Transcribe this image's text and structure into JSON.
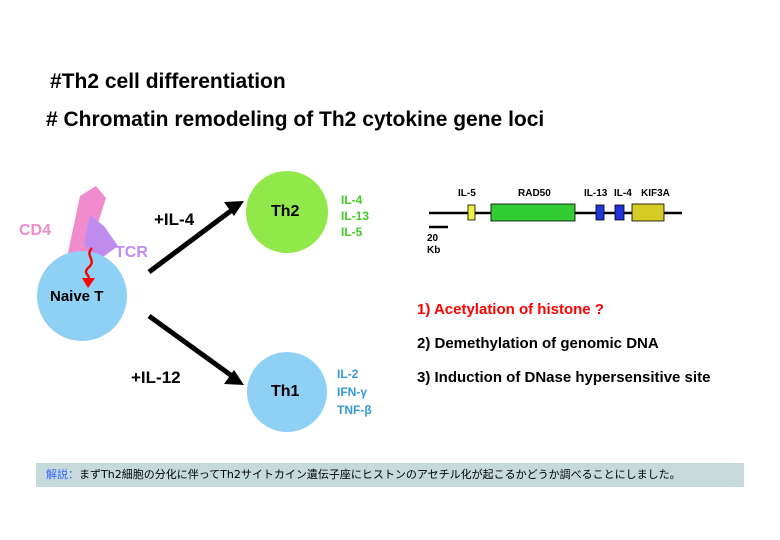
{
  "titles": {
    "line1": "#Th2 cell differentiation",
    "line2": "# Chromatin remodeling of Th2 cytokine gene loci"
  },
  "cells": {
    "naive": "Naive T",
    "th2": "Th2",
    "th1": "Th1",
    "cd4": "CD4",
    "tcr": "TCR"
  },
  "stimuli": {
    "il4": "+IL-4",
    "il12": "+IL-12"
  },
  "th2_cytokines": [
    "IL-4",
    "IL-13",
    "IL-5"
  ],
  "th1_cytokines": [
    "IL-2",
    "IFN-γ",
    "TNF-β"
  ],
  "gene_locus": {
    "genes": [
      "IL-5",
      "RAD50",
      "IL-13",
      "IL-4",
      "KIF3A"
    ],
    "scale_value": "20",
    "scale_unit": "Kb"
  },
  "mechanisms": [
    "1) Acetylation of histone ?",
    "2) Demethylation of genomic DNA",
    "3) Induction of DNase hypersensitive site"
  ],
  "note": {
    "label": "解説：",
    "text": "まずTh2細胞の分化に伴ってTh2サイトカイン遺伝子座にヒストンのアセチル化が起こるかどうか調べることにしました。"
  },
  "colors": {
    "cd4": "#f08ccd",
    "tcr": "#c08cf0",
    "cell_blue": "#8fd0f5",
    "th2_green": "#90e84a",
    "th2_text": "#44cc22",
    "th1_text": "#3399dd",
    "il5_yellow": "#f0f040",
    "rad50_green": "#33cc33",
    "il13_il4_blue": "#2233dd",
    "kif3a_olive": "#d4cc22",
    "red": "#ff0000",
    "note_bg": "#c6d9db",
    "note_label": "#3366ff"
  }
}
